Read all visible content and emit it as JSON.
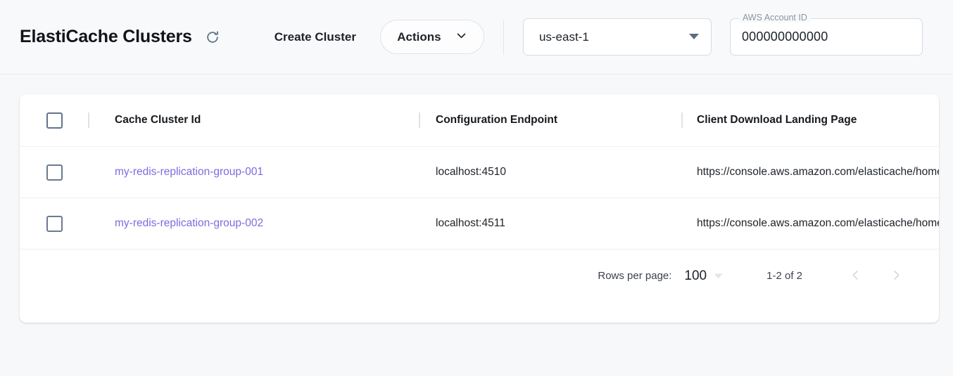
{
  "header": {
    "title": "ElastiCache Clusters",
    "refresh_icon": "refresh-icon",
    "create_cluster_label": "Create Cluster",
    "actions_label": "Actions",
    "actions_caret_icon": "chevron-down-icon",
    "region": {
      "value": "us-east-1",
      "caret_icon": "triangle-down-icon"
    },
    "account": {
      "label": "AWS Account ID",
      "value": "000000000000"
    }
  },
  "table": {
    "select_all_checkbox": "",
    "columns": [
      {
        "key": "cluster_id",
        "label": "Cache Cluster Id"
      },
      {
        "key": "config_endpoint",
        "label": "Configuration Endpoint"
      },
      {
        "key": "landing_page",
        "label": "Client Download Landing Page"
      }
    ],
    "rows": [
      {
        "cluster_id": "my-redis-replication-group-001",
        "config_endpoint": "localhost:4510",
        "landing_page": "https://console.aws.amazon.com/elasticache/home"
      },
      {
        "cluster_id": "my-redis-replication-group-002",
        "config_endpoint": "localhost:4511",
        "landing_page": "https://console.aws.amazon.com/elasticache/home"
      }
    ]
  },
  "pagination": {
    "rows_per_page_label": "Rows per page:",
    "rows_per_page_value": "100",
    "rows_per_page_caret_icon": "caret-down-icon",
    "range_label": "1-2 of 2",
    "prev_icon": "chevron-left-icon",
    "next_icon": "chevron-right-icon"
  },
  "colors": {
    "page_bg": "#f7f8fa",
    "link": "#7b6ce0",
    "icon_slate": "#64748b",
    "text": "#1d2228"
  }
}
